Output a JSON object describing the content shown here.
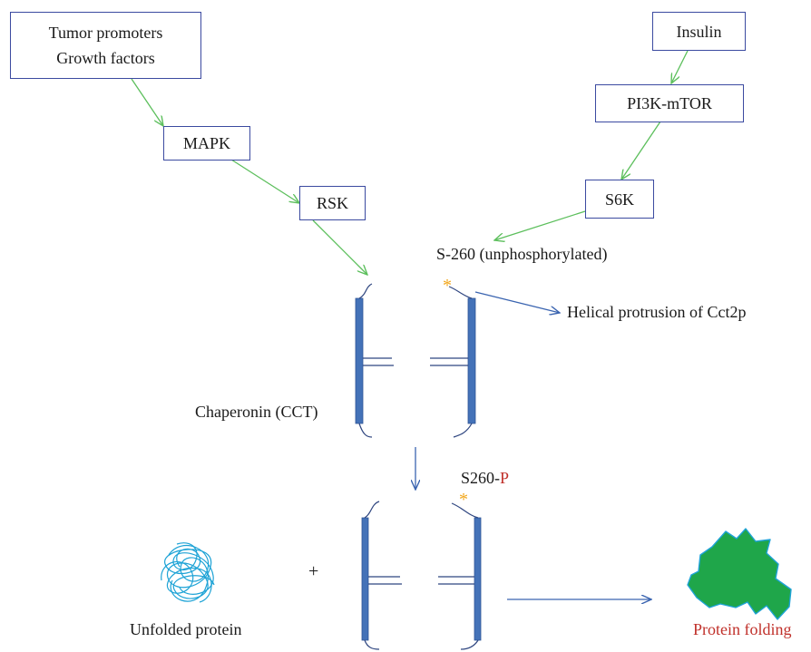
{
  "boxes": {
    "tumor_line1": "Tumor promoters",
    "tumor_line2": "Growth factors",
    "mapk": "MAPK",
    "rsk": "RSK",
    "insulin": "Insulin",
    "pi3k": "PI3K-mTOR",
    "s6k": "S6K"
  },
  "labels": {
    "s260_unphos": "S-260 (unphosphorylated)",
    "helical": "Helical protrusion of Cct2p",
    "chaperonin": "Chaperonin (CCT)",
    "s260_prefix": "S260-",
    "s260_p": "P",
    "plus": "+",
    "unfolded": "Unfolded protein",
    "folding": "Protein folding",
    "star": "*"
  },
  "colors": {
    "box_border": "#3b4aa0",
    "green_arrow": "#5cbf5c",
    "blue_arrow": "#3a64b0",
    "chaperonin_bar": "#4472b8",
    "star": "#f2a71b",
    "phospho_red": "#c0302a",
    "unfolded_coil": "#1ea3d6",
    "folded_fill": "#1fa64a"
  }
}
